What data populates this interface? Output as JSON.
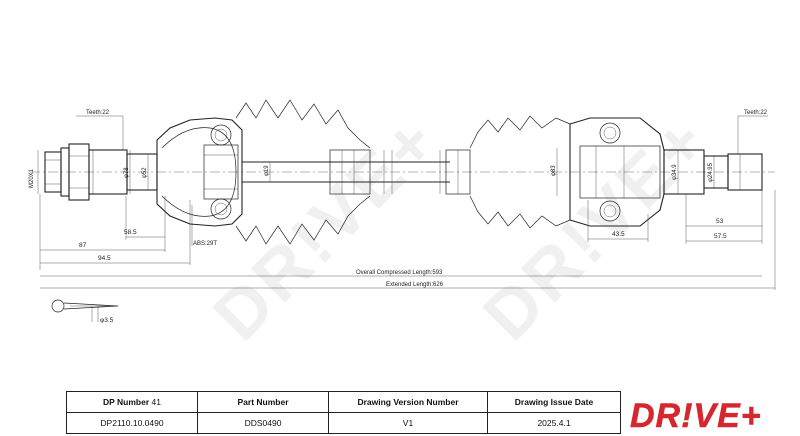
{
  "drawing": {
    "teeth_left": "Teeth:22",
    "teeth_right": "Teeth:22",
    "thread": "M20X1",
    "d78": "φ78",
    "d52": "φ52",
    "d19": "φ19",
    "d83": "φ83",
    "d349": "φ34.9",
    "d2495": "φ24.95",
    "dim_58_5": "58.5",
    "dim_87": "87",
    "dim_94_5": "94.5",
    "dim_43_5": "43.5",
    "dim_53": "53",
    "dim_57_5": "57.5",
    "abs": "ABS:29T",
    "overall": "Overall Compressed Length:593",
    "extended": "Extended Length:626",
    "pin": "φ3.5"
  },
  "watermark": "DR!VE+",
  "titleblock": {
    "h_dp": "DP Number",
    "dp_count": "41",
    "h_part": "Part Number",
    "h_version": "Drawing Version Number",
    "h_date": "Drawing Issue Date",
    "v_dp": "DP2110.10.0490",
    "v_part": "DDS0490",
    "v_version": "V1",
    "v_date": "2025.4.1"
  },
  "logo": {
    "text": "DR!VE+",
    "color": "#d6262e"
  }
}
